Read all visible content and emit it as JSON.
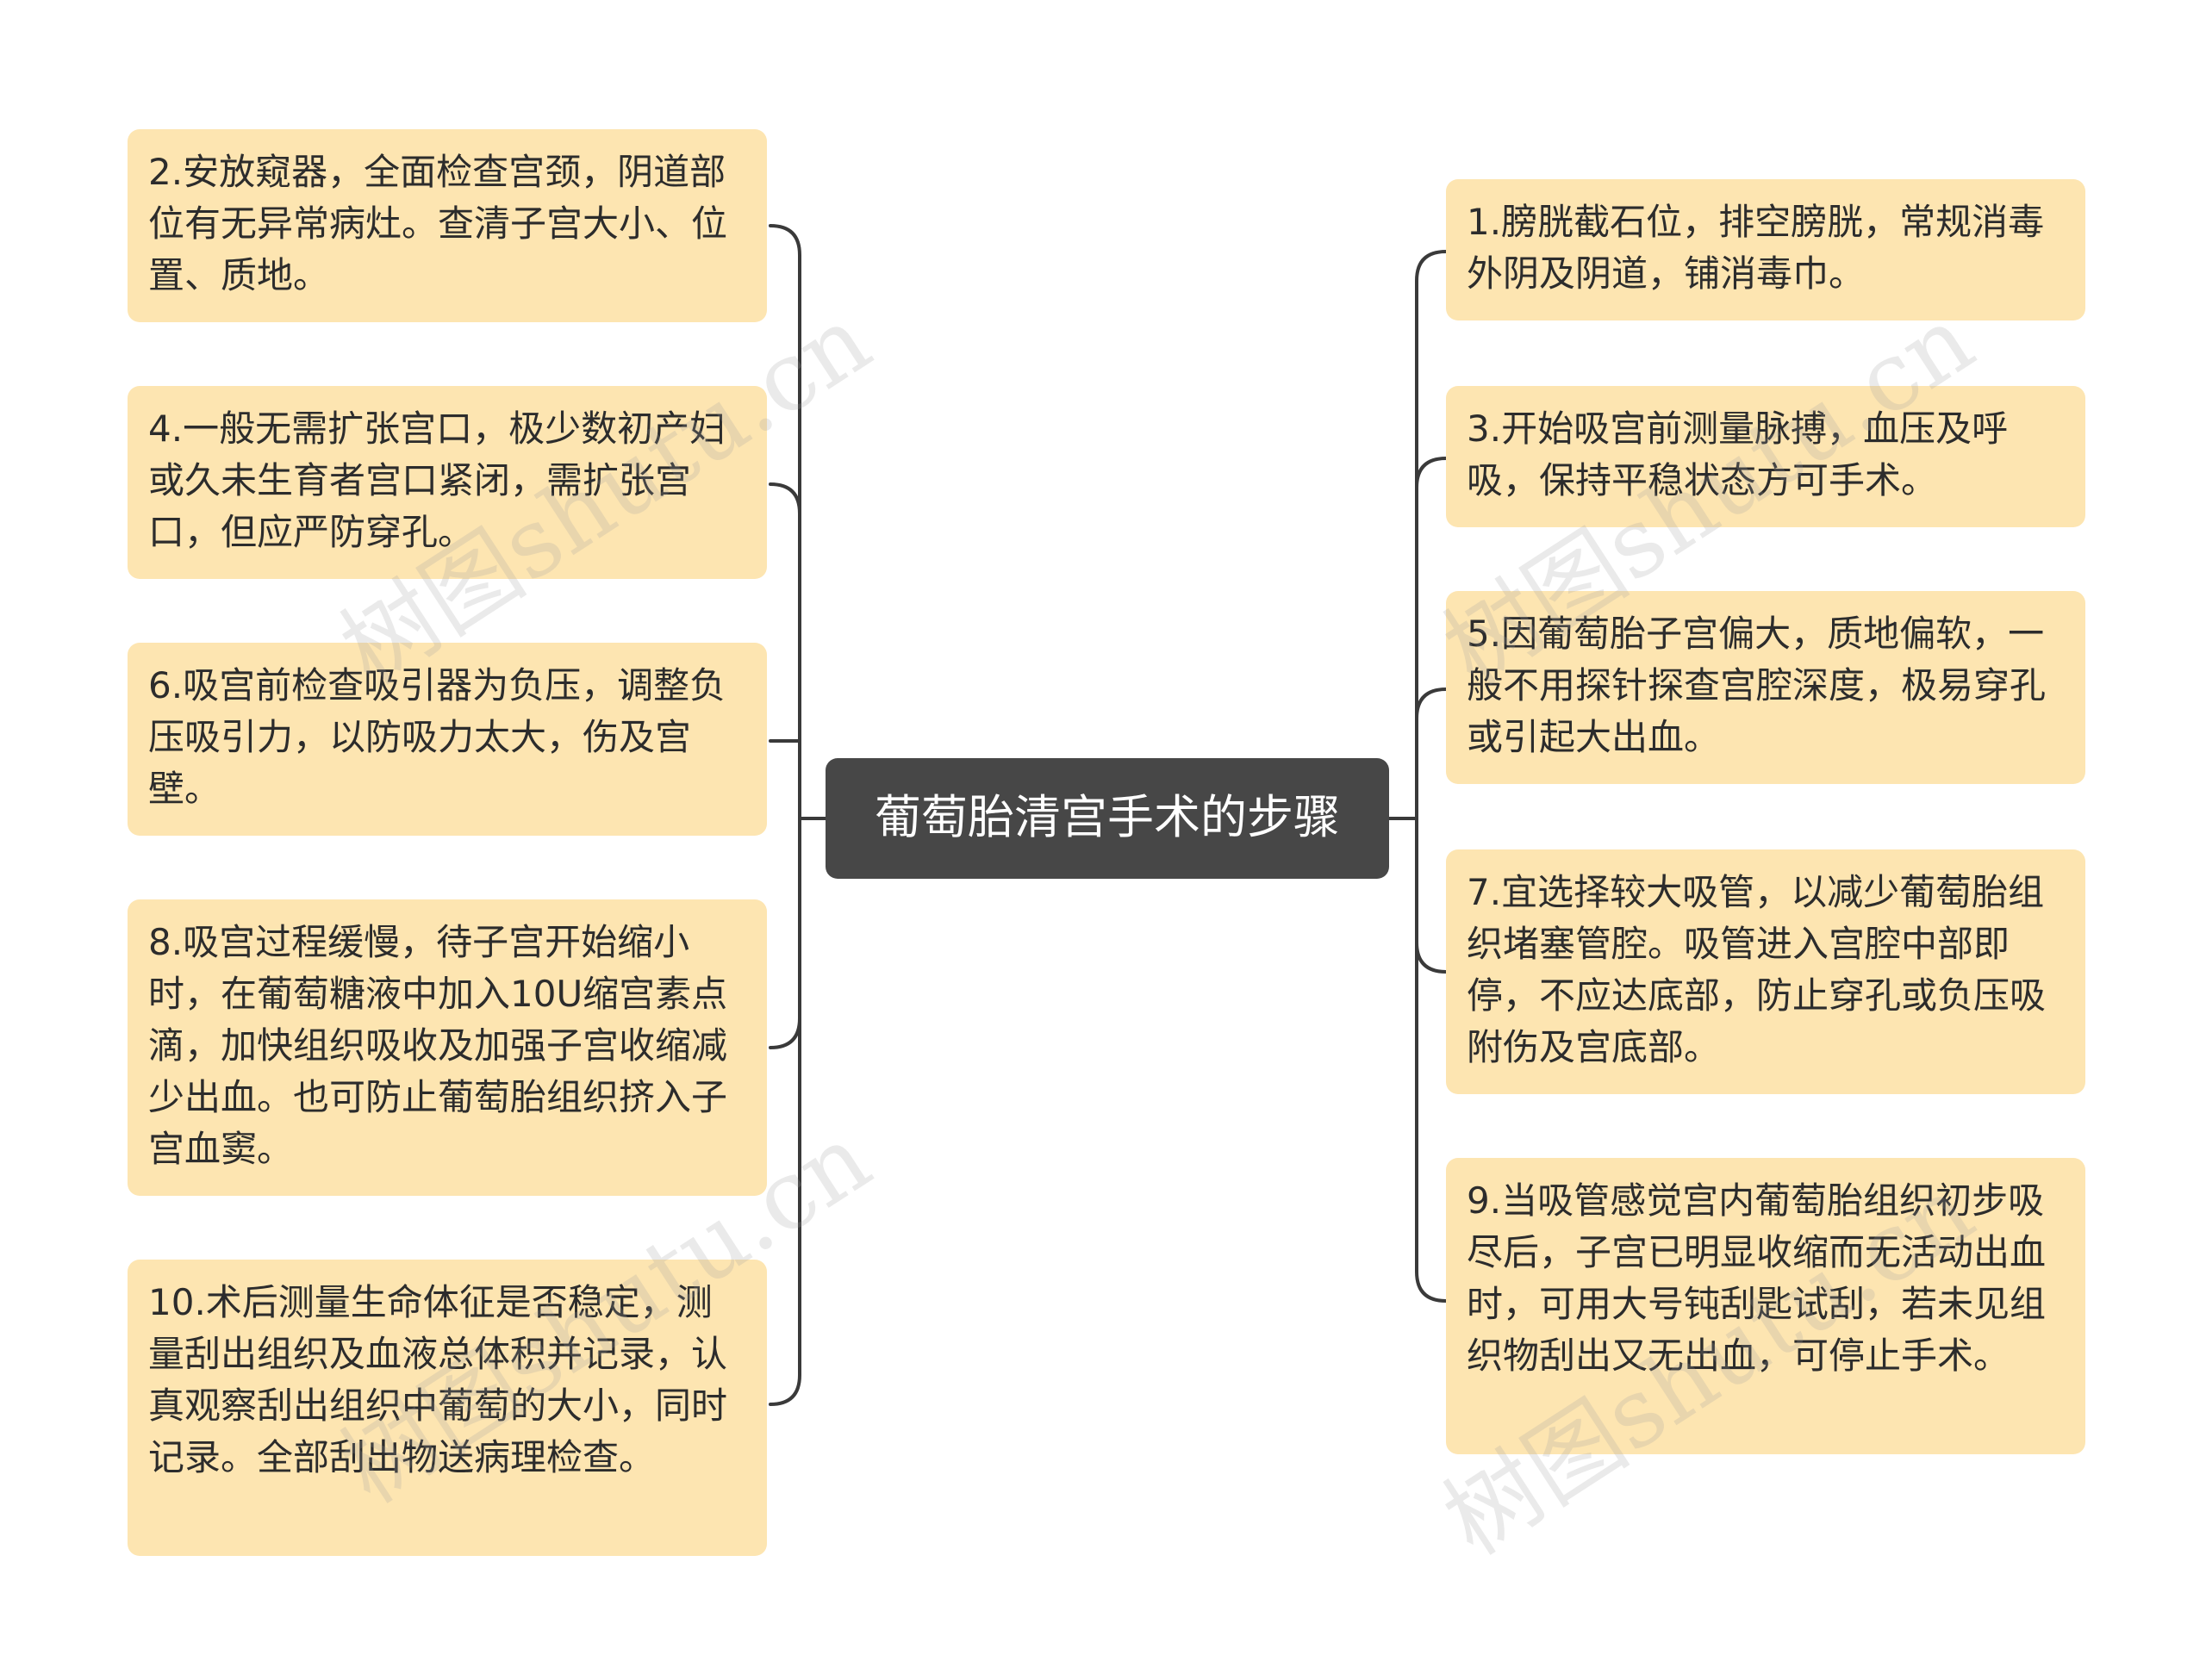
{
  "diagram": {
    "center_title": "葡萄胎清宫手术的步骤",
    "left_nodes": [
      "2.安放窥器，全面检查宫颈，阴道部位有无异常病灶。查清子宫大小、位置、质地。",
      "4.一般无需扩张宫口，极少数初产妇或久未生育者宫口紧闭，需扩张宫口，但应严防穿孔。",
      "6.吸宫前检查吸引器为负压，调整负压吸引力，以防吸力太大，伤及宫壁。",
      "8.吸宫过程缓慢，待子宫开始缩小时，在葡萄糖液中加入10U缩宫素点滴，加快组织吸收及加强子宫收缩减少出血。也可防止葡萄胎组织挤入子宫血窦。",
      "10.术后测量生命体征是否稳定，测量刮出组织及血液总体积并记录，认真观察刮出组织中葡萄的大小，同时记录。全部刮出物送病理检查。"
    ],
    "right_nodes": [
      "1.膀胱截石位，排空膀胱，常规消毒外阴及阴道，铺消毒巾。",
      "3.开始吸宫前测量脉搏，血压及呼吸，保持平稳状态方可手术。",
      "5.因葡萄胎子宫偏大，质地偏软，一般不用探针探查宫腔深度，极易穿孔或引起大出血。",
      "7.宜选择较大吸管，以减少葡萄胎组织堵塞管腔。吸管进入宫腔中部即停，不应达底部，防止穿孔或负压吸附伤及宫底部。",
      "9.当吸管感觉宫内葡萄胎组织初步吸尽后，子宫已明显收缩而无活动出血时，可用大号钝刮匙试刮，若未见组织物刮出又无出血，可停止手术。"
    ]
  },
  "watermark": "树图shutu.cn",
  "colors": {
    "node_fill": "#fde5b1",
    "center_fill": "#474747",
    "connector": "#3a3a3a"
  }
}
